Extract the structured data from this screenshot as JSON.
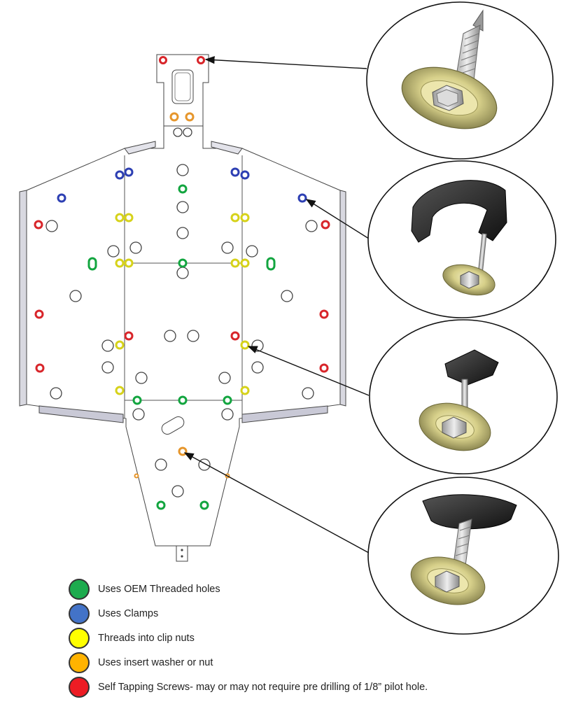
{
  "colors": {
    "green": "#12a53f",
    "blue": "#2d3fb3",
    "yellow": "#e2e01a",
    "orange": "#e6962c",
    "red": "#d8252a",
    "outline": "#444444"
  },
  "legend": {
    "items": [
      {
        "color": "#1dab4e",
        "label": "Uses OEM Threaded holes"
      },
      {
        "color": "#4373c8",
        "label": "Uses Clamps"
      },
      {
        "color": "#ffff00",
        "label": "Threads into clip nuts"
      },
      {
        "color": "#ffb300",
        "label": "Uses insert washer or nut"
      },
      {
        "color": "#ed1c24",
        "label": "Self Tapping Screws- may or may not require pre drilling of 1/8” pilot hole."
      }
    ]
  },
  "callouts": [
    {
      "hardware": "self-tapping-screw-with-washer"
    },
    {
      "hardware": "clamp-with-bolt-and-washer"
    },
    {
      "hardware": "clip-nut-with-bolt-and-washer"
    },
    {
      "hardware": "insert-nut-with-bolt-and-washer"
    }
  ]
}
